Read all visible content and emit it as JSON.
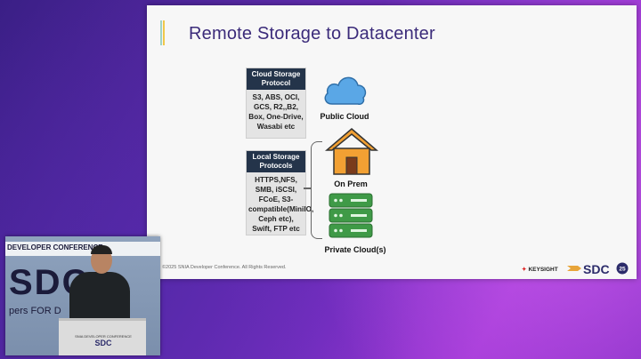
{
  "slide": {
    "title": "Remote Storage to Datacenter",
    "cloud_box": {
      "heading": "Cloud Storage Protocol",
      "body": "S3, ABS, OCI, GCS, R2,,B2, Box, One-Drive, Wasabi etc"
    },
    "local_box": {
      "heading": "Local Storage Protocols",
      "body": "HTTPS,NFS, SMB, iSCSI, FCoE, S3-compatible(MiniIO, Ceph etc), Swift, FTP etc"
    },
    "captions": {
      "public_cloud": "Public Cloud",
      "on_prem": "On Prem",
      "private_cloud": "Private Cloud(s)"
    },
    "footer": {
      "copyright": "©2025 SNIA Developer Conference. All Rights Reserved.",
      "sponsor": "KEYSIGHT",
      "logo_text": "SDC",
      "logo_badge": "25"
    },
    "icons": {
      "public_cloud": "cloud-icon",
      "on_prem": "house-icon",
      "private_cloud": "server-icon"
    },
    "colors": {
      "cloud_blue": "#5aa7e6",
      "house_orange": "#f2a033",
      "server_green": "#3f9a47",
      "box_header": "#24344a",
      "title_purple": "#3b2b7a"
    }
  },
  "video": {
    "banner": "DEVELOPER CONFERENCE",
    "big_letters": "SDC",
    "tagline": "pers FOR D",
    "podium_line1": "SNIA DEVELOPER CONFERENCE",
    "podium_logo": "SDC"
  }
}
